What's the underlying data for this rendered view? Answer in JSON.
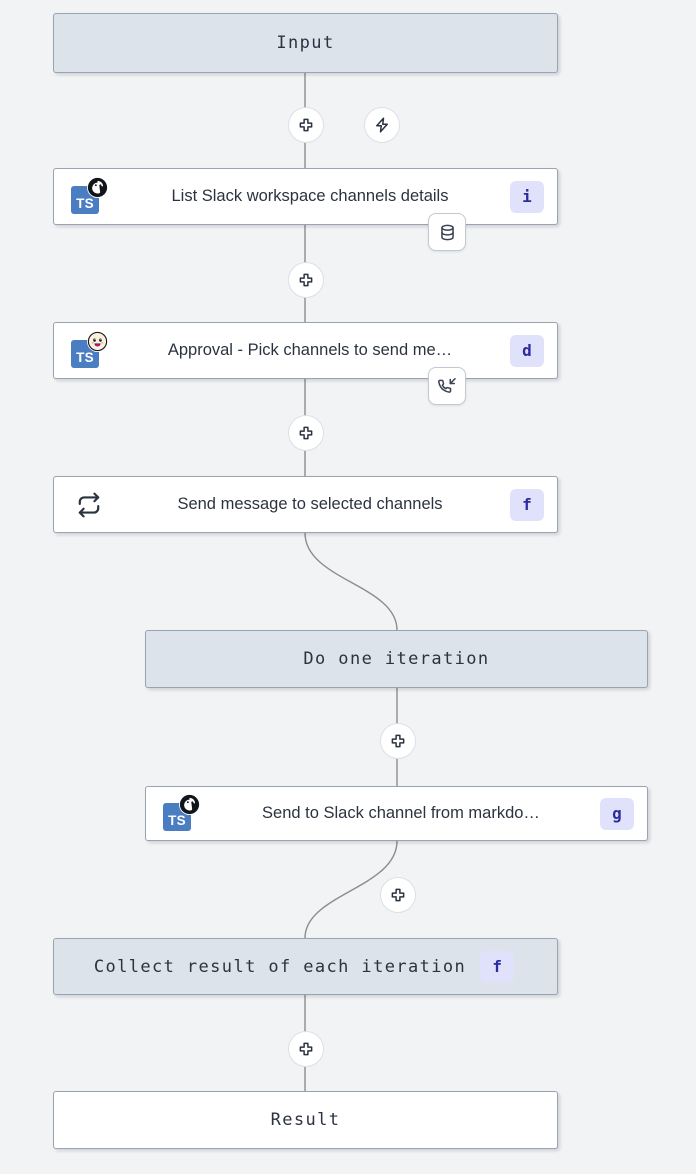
{
  "canvas": {
    "background": "#f2f3f5",
    "edge_color": "#8c8c8c",
    "terminal_fill": "#dde3eb",
    "node_fill": "#ffffff",
    "flag_bg": "#dfe2fa",
    "flag_color": "#2c2c9e",
    "ts_blue": "#4a7dc2"
  },
  "nodes": {
    "input": {
      "label": "Input",
      "type": "terminal"
    },
    "list_channels": {
      "label": "List Slack workspace channels details",
      "flag": "i",
      "lang": "ts-icon",
      "runtime": "deno-icon",
      "badge": "database-icon"
    },
    "approval": {
      "label": "Approval - Pick channels to send me…",
      "flag": "d",
      "lang": "ts-icon",
      "runtime": "bun-icon",
      "badge": "phone-incoming-icon"
    },
    "send_message": {
      "label": "Send message to selected channels",
      "flag": "f",
      "icon": "loop-icon"
    },
    "do_one_iteration": {
      "label": "Do one iteration",
      "type": "terminal"
    },
    "send_to_slack": {
      "label": "Send to Slack channel from markdo…",
      "flag": "g",
      "lang": "ts-icon",
      "runtime": "deno-icon"
    },
    "collect_result": {
      "label": "Collect result of each iteration",
      "flag": "f",
      "type": "terminal"
    },
    "result": {
      "label": "Result",
      "type": "terminal"
    }
  },
  "controls": {
    "add_step_icon": "plus-icon",
    "add_trigger_icon": "lightning-icon",
    "add_buttons": [
      "add-step-after-input",
      "add-step-after-list-channels",
      "add-step-after-approval",
      "add-step-after-do-one-iteration",
      "add-step-after-send-to-slack",
      "add-step-after-collect-result"
    ]
  }
}
